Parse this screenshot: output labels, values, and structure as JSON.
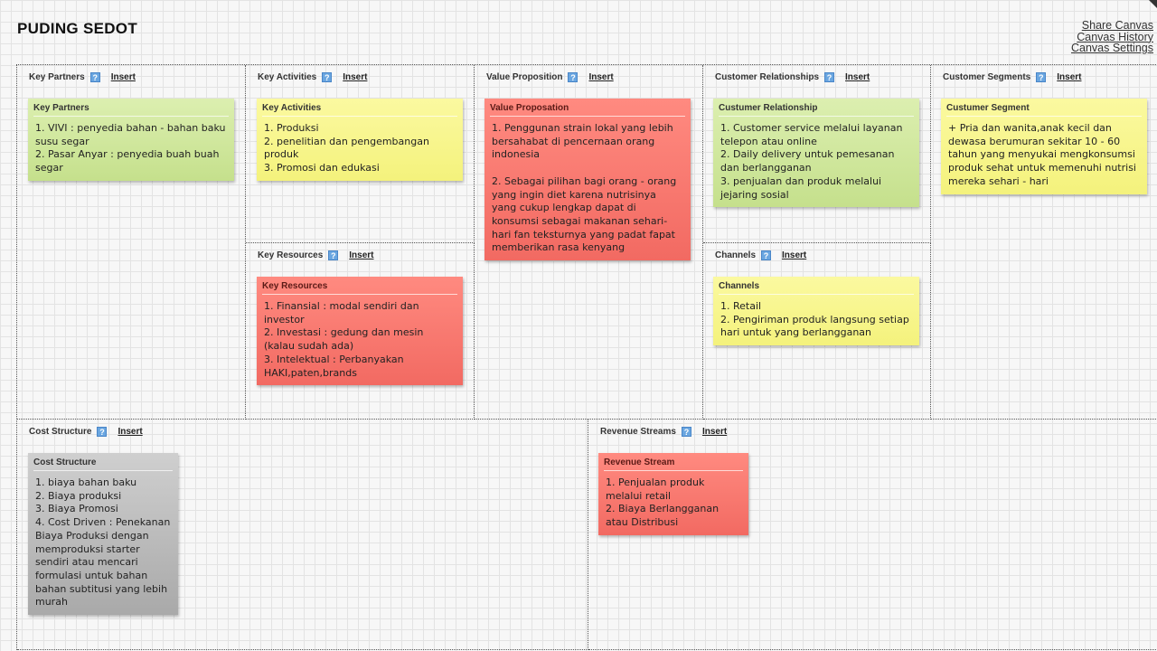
{
  "header": {
    "title": "PUDING SEDOT",
    "links": [
      "Share Canvas",
      "Canvas History",
      "Canvas Settings"
    ]
  },
  "insert_label": "Insert",
  "help_glyph": "?",
  "sections": {
    "key_partners": {
      "label": "Key Partners",
      "note": {
        "title": "Key Partners",
        "color": "#c9e391",
        "lines": [
          "1. VIVI : penyedia bahan - bahan baku susu segar",
          "2. Pasar Anyar : penyedia buah buah segar"
        ]
      }
    },
    "key_activities": {
      "label": "Key Activities",
      "note": {
        "title": "Key Activities",
        "color": "#f8f68a",
        "lines": [
          "1. Produksi",
          "2. penelitian dan pengembangan produk",
          "3. Promosi dan edukasi"
        ]
      }
    },
    "key_resources": {
      "label": "Key Resources",
      "note": {
        "title": "Key Resources",
        "color": "#f7766d",
        "lines": [
          "1. Finansial : modal sendiri dan investor",
          "2. Investasi : gedung dan mesin (kalau sudah ada)",
          "3. Intelektual : Perbanyakan HAKI,paten,brands"
        ]
      }
    },
    "value_proposition": {
      "label": "Value Proposition",
      "note": {
        "title": "Value Proposation",
        "color": "#f7766d",
        "lines": [
          "1. Penggunan strain lokal yang lebih bersahabat di pencernaan orang indonesia",
          "",
          "2. Sebagai pilihan bagi orang - orang yang ingin diet karena nutrisinya yang cukup lengkap dapat di konsumsi sebagai makanan sehari-hari fan teksturnya yang padat fapat memberikan rasa kenyang"
        ]
      }
    },
    "customer_relationships": {
      "label": "Customer Relationships",
      "note": {
        "title": "Custumer Relationship",
        "color": "#c9e391",
        "lines": [
          "1. Customer service melalui layanan telepon atau online",
          "2. Daily delivery untuk pemesanan dan berlangganan",
          "3. penjualan dan produk melalui jejaring sosial"
        ]
      }
    },
    "channels": {
      "label": "Channels",
      "note": {
        "title": "Channels",
        "color": "#f8f68a",
        "lines": [
          "1. Retail",
          "2. Pengiriman produk langsung setiap hari untuk yang berlangganan"
        ]
      }
    },
    "customer_segments": {
      "label": "Customer Segments",
      "note": {
        "title": "Custumer Segment",
        "color": "#f8f68a",
        "lines": [
          "+ Pria dan wanita,anak kecil dan dewasa berumuran sekitar 10 - 60 tahun yang menyukai mengkonsumsi produk sehat untuk memenuhi nutrisi mereka sehari - hari"
        ]
      }
    },
    "cost_structure": {
      "label": "Cost Structure",
      "note": {
        "title": "Cost Structure",
        "color": "#bdbdbd",
        "lines": [
          "1. biaya bahan baku",
          "2. Biaya produksi",
          "3. Biaya Promosi",
          "4. Cost Driven : Penekanan Biaya Produksi dengan memproduksi starter sendiri atau mencari formulasi untuk bahan bahan subtitusi yang lebih murah"
        ]
      }
    },
    "revenue_streams": {
      "label": "Revenue Streams",
      "note": {
        "title": "Revenue Stream",
        "color": "#f7766d",
        "lines": [
          "1. Penjualan produk melalui retail",
          "2. Biaya Berlangganan atau Distribusi"
        ]
      }
    }
  }
}
